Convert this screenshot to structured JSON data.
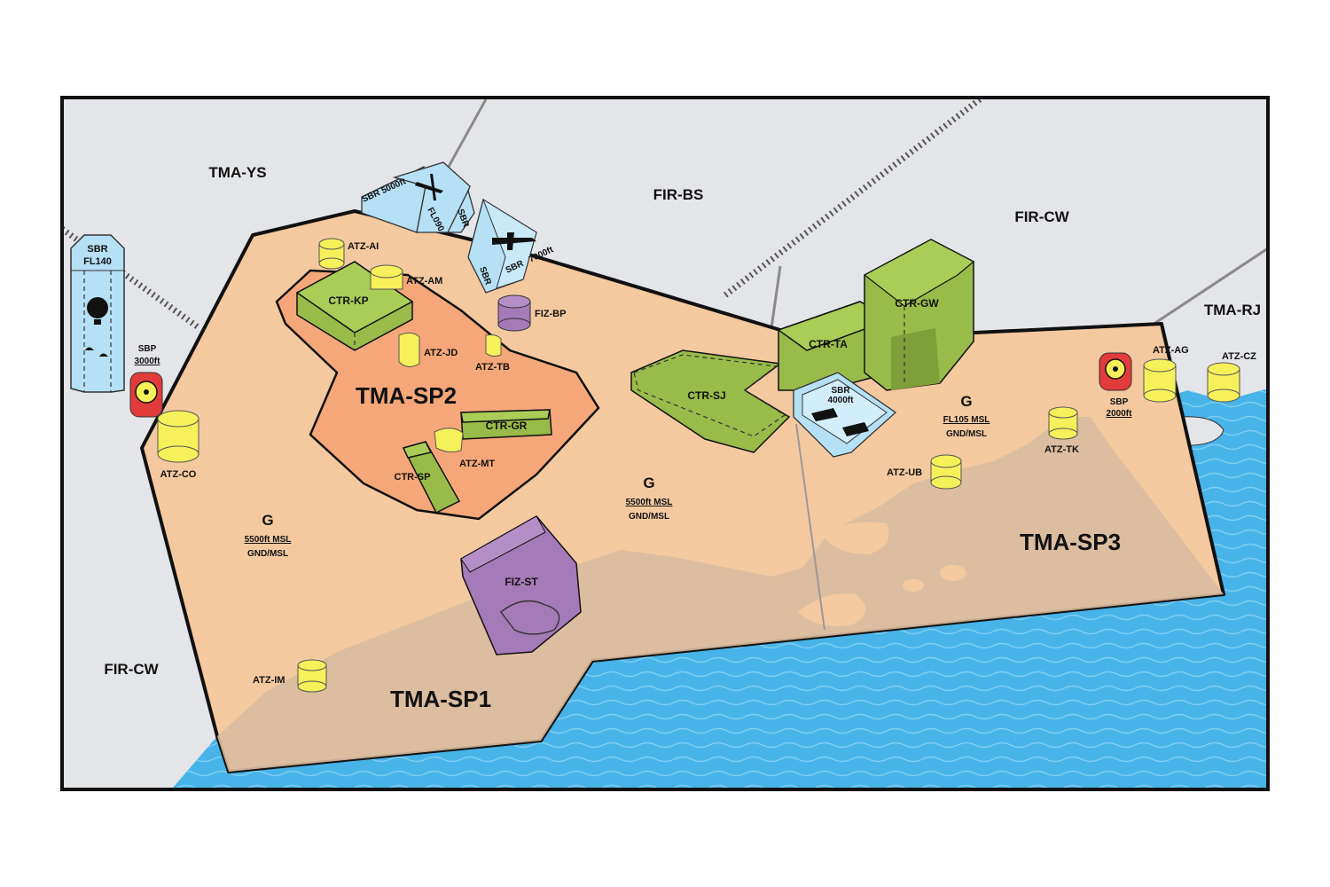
{
  "regions": {
    "tma_ys": "TMA-YS",
    "fir_bs": "FIR-BS",
    "fir_cw_top": "FIR-CW",
    "fir_cw_left": "FIR-CW",
    "tma_rj": "TMA-RJ"
  },
  "tma": {
    "sp1": "TMA-SP1",
    "sp2": "TMA-SP2",
    "sp3": "TMA-SP3"
  },
  "class_g": {
    "west": {
      "letter": "G",
      "upper": "5500ft MSL",
      "lower": "GND/MSL"
    },
    "center": {
      "letter": "G",
      "upper": "5500ft MSL",
      "lower": "GND/MSL"
    },
    "east": {
      "letter": "G",
      "upper": "FL105 MSL",
      "lower": "GND/MSL"
    }
  },
  "ctr": {
    "kp": "CTR-KP",
    "gr": "CTR-GR",
    "sp": "CTR-SP",
    "sj": "CTR-SJ",
    "ta": "CTR-TA",
    "gw": "CTR-GW"
  },
  "fiz": {
    "st": "FIZ-ST",
    "bp": "FIZ-BP"
  },
  "atz": {
    "ai": "ATZ-AI",
    "am": "ATZ-AM",
    "jd": "ATZ-JD",
    "tb": "ATZ-TB",
    "mt": "ATZ-MT",
    "co": "ATZ-CO",
    "im": "ATZ-IM",
    "ub": "ATZ-UB",
    "tk": "ATZ-TK",
    "ag": "ATZ-AG",
    "cz": "ATZ-CZ"
  },
  "sbr": {
    "west": {
      "title": "SBR",
      "limit": "FL140"
    },
    "glider_left": {
      "label": "SBR 5000ft"
    },
    "glider_mid": {
      "label": "FL090"
    },
    "glider_right": {
      "label": "SBR"
    },
    "plane": {
      "title": "SBR",
      "limit": "7000ft"
    },
    "plane_side": {
      "label": "SBR"
    },
    "heli": {
      "title": "SBR",
      "limit": "4000ft"
    }
  },
  "sbp": {
    "west": {
      "title": "SBP",
      "limit": "3000ft"
    },
    "east": {
      "title": "SBP",
      "limit": "2000ft"
    }
  },
  "colors": {
    "land_grey": "#e4e5e8",
    "tma_fill": "#f4c9a0",
    "tma_sp2": "#f5a779",
    "coast_brown": "#d9bb9e",
    "sea": "#48b3e8",
    "ctr_green": "#99bb4a",
    "ctr_top": "#aacd58",
    "atz_yellow": "#f6f05a",
    "fiz_purple": "#a57ab8",
    "sbr_blue": "#b5e0f5",
    "sbp_red": "#e23b3b"
  }
}
